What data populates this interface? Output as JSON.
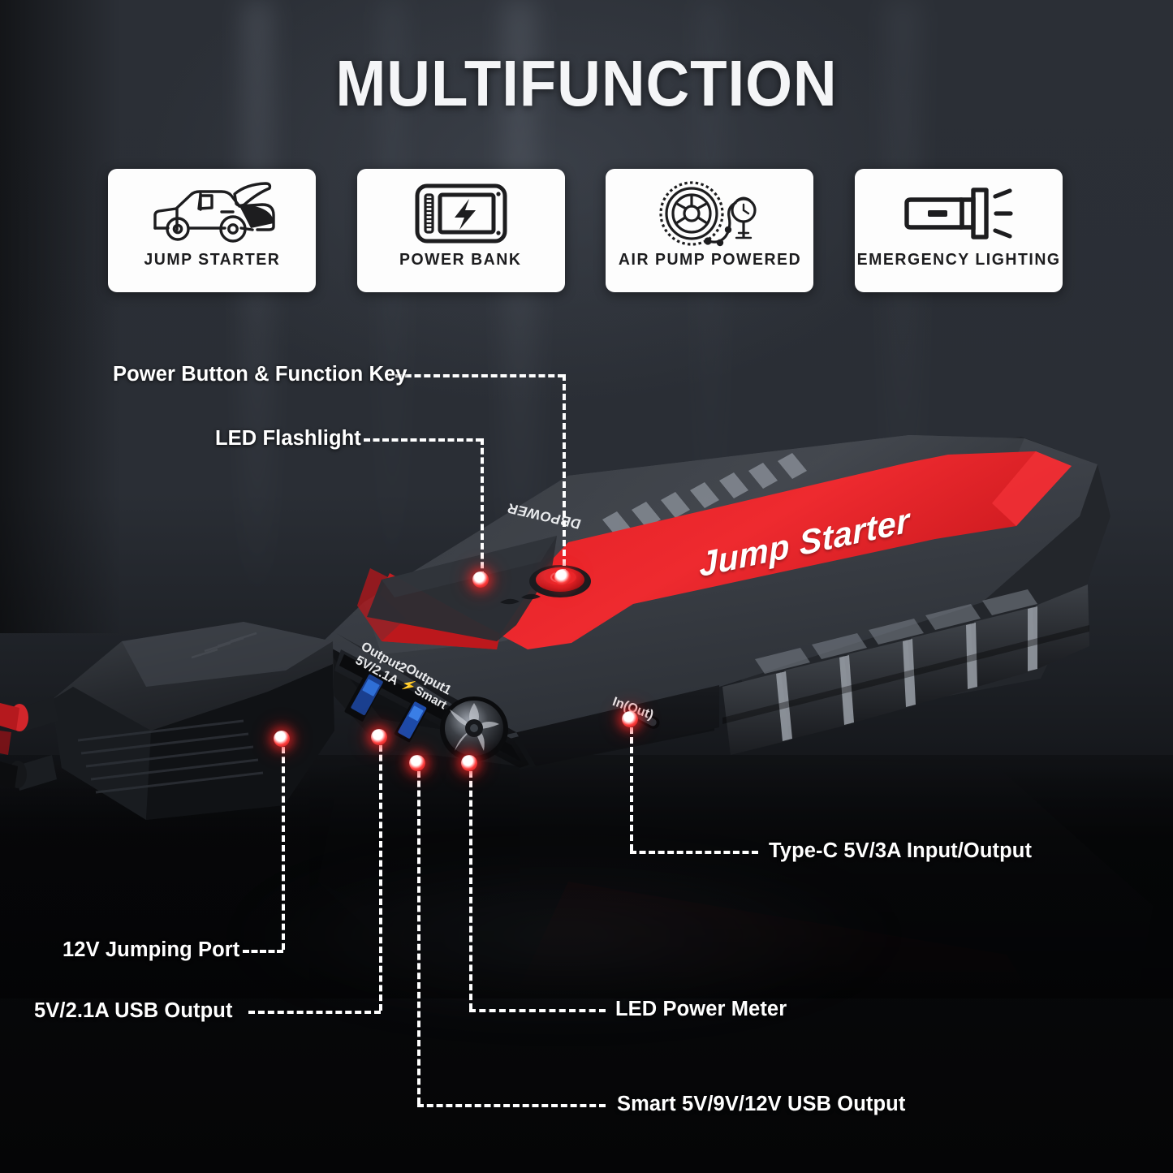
{
  "page": {
    "title": "MULTIFUNCTION",
    "background_color": "#2b2f36",
    "accent_color": "#e8252a",
    "text_color": "#ffffff"
  },
  "features": [
    {
      "icon": "car-jump-start-icon",
      "label": "JUMP STARTER"
    },
    {
      "icon": "power-bank-icon",
      "label": "POWER BANK"
    },
    {
      "icon": "tire-air-pump-icon",
      "label": "AIR PUMP POWERED"
    },
    {
      "icon": "flashlight-icon",
      "label": "EMERGENCY LIGHTING"
    }
  ],
  "callouts": [
    {
      "id": "power-button",
      "label": "Power Button & Function Key"
    },
    {
      "id": "led-flashlight",
      "label": "LED Flashlight"
    },
    {
      "id": "type-c",
      "label": "Type-C 5V/3A Input/Output"
    },
    {
      "id": "jumping-port",
      "label": "12V Jumping Port"
    },
    {
      "id": "led-power-meter",
      "label": "LED Power Meter"
    },
    {
      "id": "usb-21a",
      "label": "5V/2.1A USB Output"
    },
    {
      "id": "usb-smart",
      "label": "Smart 5V/9V/12V USB Output"
    }
  ],
  "product": {
    "brand_text": "DBPOWER",
    "model_text": "Jump Starter",
    "port_labels": {
      "output2_name": "Output2",
      "output2_spec": "5V/2.1A",
      "output1_name": "Output1",
      "output1_spec": "Smart",
      "typec_label": "In(Out)"
    }
  }
}
